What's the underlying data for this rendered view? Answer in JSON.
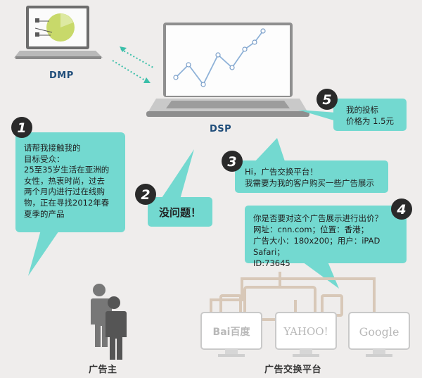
{
  "labels": {
    "dmp": "DMP",
    "dsp": "DSP",
    "advertiser": "广告主",
    "exchange": "广告交换平台"
  },
  "steps": [
    {
      "num": "1",
      "lines": [
        "请帮我接触我的",
        "目标受众：",
        "25至35岁生活在亚洲的",
        "女性，热衷时尚，过去",
        "两个月内进行过在线购",
        "物，正在寻找2012年春",
        "夏季的产品"
      ]
    },
    {
      "num": "2",
      "lines": [
        "没问题！"
      ]
    },
    {
      "num": "3",
      "lines": [
        "Hi，广告交换平台！",
        "我需要为我的客户购买一些广告展示"
      ]
    },
    {
      "num": "4",
      "lines": [
        "你是否要对这个广告展示进行出价？",
        "网址：cnn.com；位置：香港；",
        "广告大小：180x200；用户：iPAD Safari；",
        "ID:73645"
      ]
    },
    {
      "num": "5",
      "lines": [
        "我的投标",
        "价格为 1.5元"
      ]
    }
  ],
  "exchange_logos": [
    "Bai百度",
    "YAHOO!",
    "Google"
  ],
  "colors": {
    "bubble": "#73d9d0",
    "badge": "#2a2a2a",
    "dmp_label": "#1f4d7a",
    "arrow": "#3bbfa9"
  }
}
